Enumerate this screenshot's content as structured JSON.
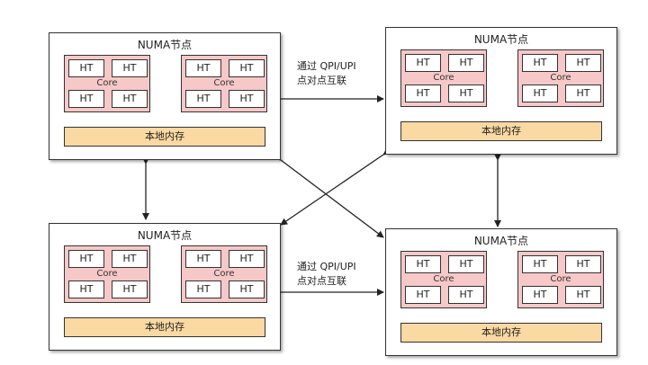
{
  "nodes": [
    {
      "title": "NUMA节点",
      "cores": [
        {
          "ht": [
            "HT",
            "HT",
            "HT",
            "HT"
          ],
          "label": "Core"
        },
        {
          "ht": [
            "HT",
            "HT",
            "HT",
            "HT"
          ],
          "label": "Core"
        }
      ],
      "memory": "本地内存"
    },
    {
      "title": "NUMA节点",
      "cores": [
        {
          "ht": [
            "HT",
            "HT",
            "HT",
            "HT"
          ],
          "label": "Core"
        },
        {
          "ht": [
            "HT",
            "HT",
            "HT",
            "HT"
          ],
          "label": "Core"
        }
      ],
      "memory": "本地内存"
    },
    {
      "title": "NUMA节点",
      "cores": [
        {
          "ht": [
            "HT",
            "HT",
            "HT",
            "HT"
          ],
          "label": "Core"
        },
        {
          "ht": [
            "HT",
            "HT",
            "HT",
            "HT"
          ],
          "label": "Core"
        }
      ],
      "memory": "本地内存"
    },
    {
      "title": "NUMA节点",
      "cores": [
        {
          "ht": [
            "HT",
            "HT",
            "HT",
            "HT"
          ],
          "label": "Core"
        },
        {
          "ht": [
            "HT",
            "HT",
            "HT",
            "HT"
          ],
          "label": "Core"
        }
      ],
      "memory": "本地内存"
    }
  ],
  "link_labels": {
    "top": {
      "line1": "通过 QPI/UPI",
      "line2": "点对点互联"
    },
    "bottom": {
      "line1": "通过 QPI/UPI",
      "line2": "点对点互联"
    }
  },
  "colors": {
    "core_fill": "#f7c8c8",
    "memory_fill": "#fbd9a2",
    "border": "#333333"
  }
}
